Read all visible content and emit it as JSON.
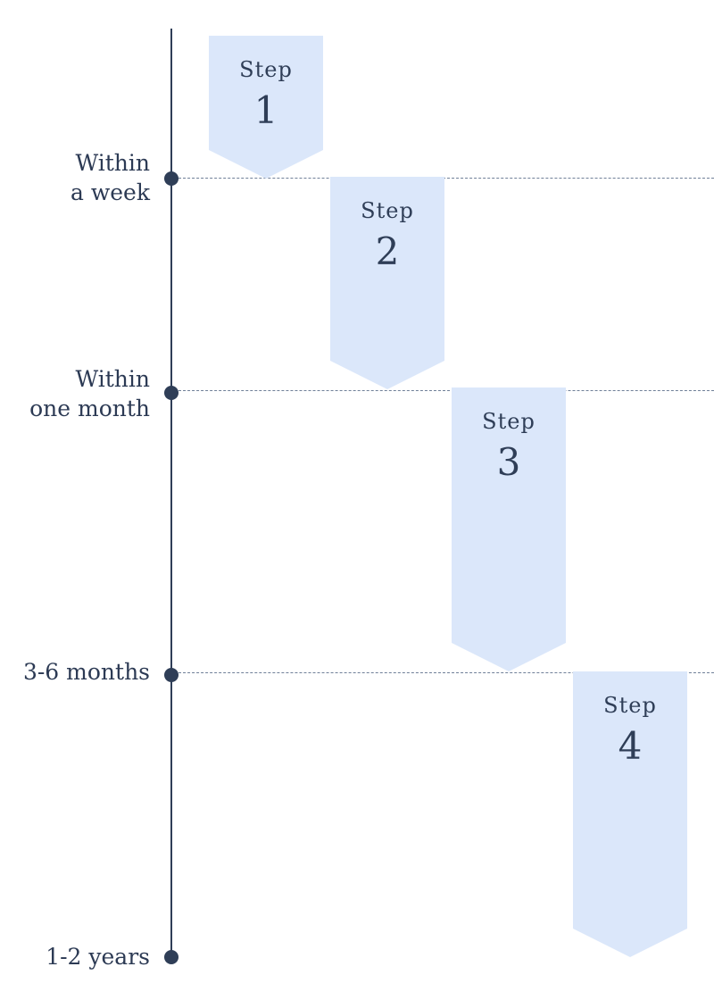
{
  "timeline": {
    "milestones": [
      {
        "label_line1": "Within",
        "label_line2": "a week"
      },
      {
        "label_line1": "Within",
        "label_line2": "one month"
      },
      {
        "label_line1": "3-6 months",
        "label_line2": ""
      },
      {
        "label_line1": "1-2 years",
        "label_line2": ""
      }
    ],
    "steps": [
      {
        "word": "Step",
        "number": "1"
      },
      {
        "word": "Step",
        "number": "2"
      },
      {
        "word": "Step",
        "number": "3"
      },
      {
        "word": "Step",
        "number": "4"
      }
    ]
  },
  "colors": {
    "axis": "#2f3e57",
    "step_fill": "#dbe7fa",
    "dashed_line": "#6f7f98",
    "text": "#2c3a54"
  }
}
